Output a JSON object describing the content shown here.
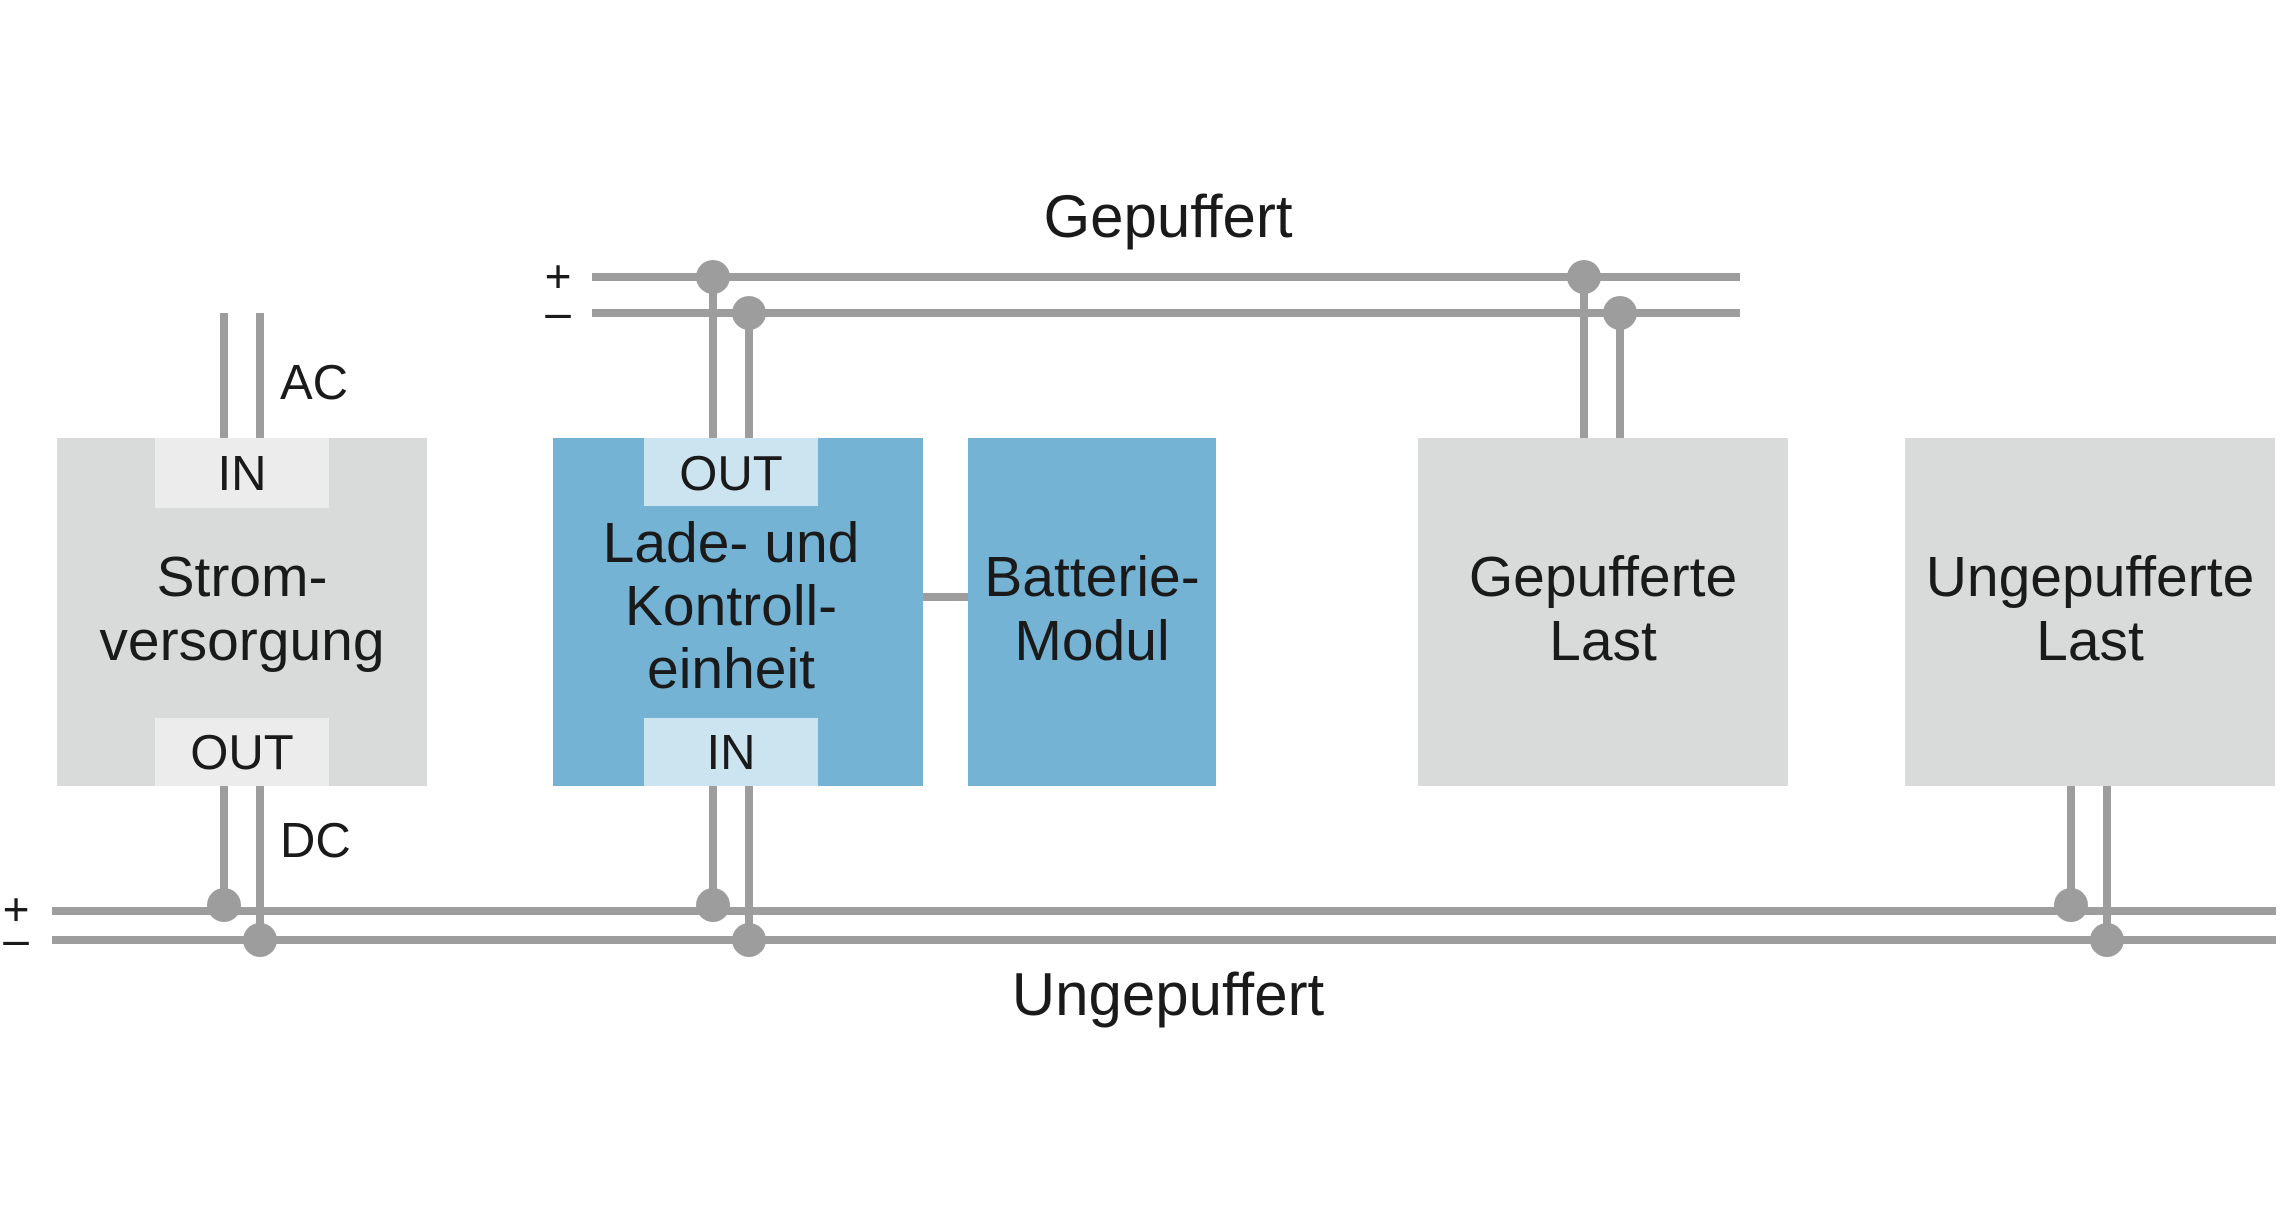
{
  "colors": {
    "wire": "#9d9d9d",
    "grey_block": "#d9dada",
    "grey_port": "#ececec",
    "blue_block": "#75b3d4",
    "blue_port": "#cce3f0"
  },
  "buses": {
    "buffered": {
      "label": "Gepuffert",
      "plus": "+",
      "minus": "–"
    },
    "unbuffered": {
      "label": "Ungepuffert",
      "plus": "+",
      "minus": "–"
    }
  },
  "power_supply": {
    "name_line1": "Strom-",
    "name_line2": "versorgung",
    "in_label": "IN",
    "out_label": "OUT",
    "ac_label": "AC",
    "dc_label": "DC"
  },
  "charge_unit": {
    "name_line1": "Lade- und",
    "name_line2": "Kontroll-",
    "name_line3": "einheit",
    "out_label": "OUT",
    "in_label": "IN"
  },
  "battery": {
    "name_line1": "Batterie-",
    "name_line2": "Modul"
  },
  "buffered_load": {
    "name_line1": "Gepufferte",
    "name_line2": "Last"
  },
  "unbuffered_load": {
    "name_line1": "Ungepufferte",
    "name_line2": "Last"
  }
}
